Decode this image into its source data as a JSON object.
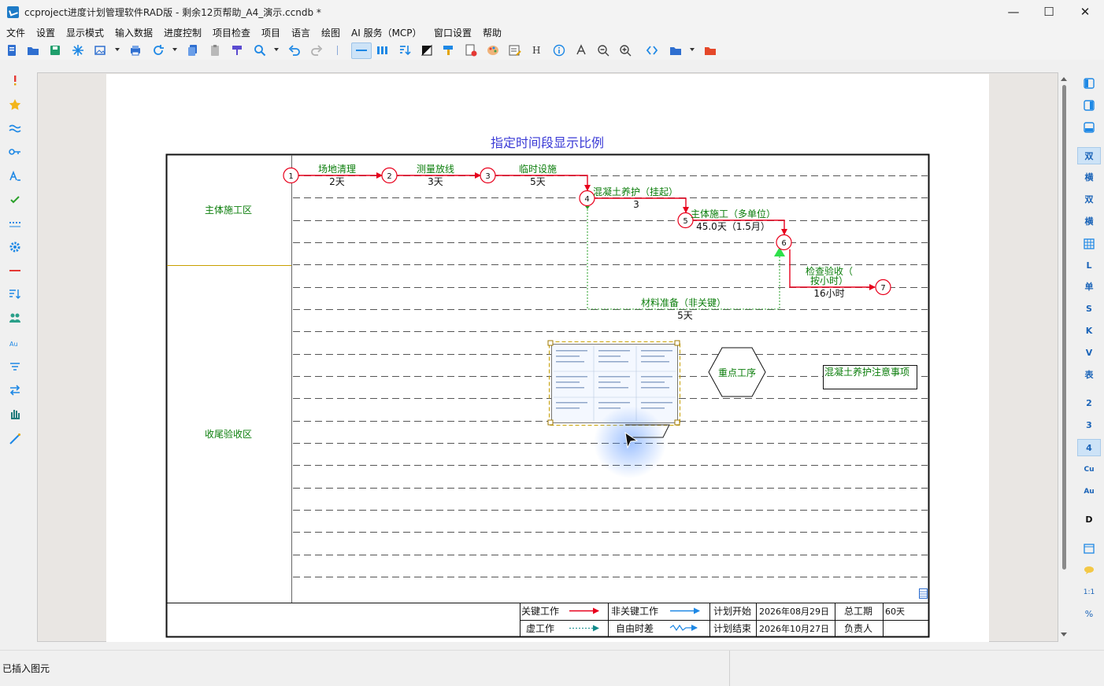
{
  "window": {
    "title": "ccproject进度计划管理软件RAD版 - 剩余12页帮助_A4_演示.ccndb *",
    "minimize": "—",
    "maximize": "☐",
    "close": "✕"
  },
  "menu": [
    "文件",
    "设置",
    "显示模式",
    "输入数据",
    "进度控制",
    "项目检查",
    "项目",
    "语言",
    "绘图",
    "AI 服务（MCP）",
    "窗口设置",
    "帮助"
  ],
  "toolbar_text": {
    "h_label": "H"
  },
  "right_tools": [
    "双",
    "横",
    "双",
    "横",
    "",
    "L",
    "单",
    "S",
    "K",
    "V",
    "表",
    "2",
    "3",
    "4",
    "Cu",
    "Au",
    "D",
    "",
    "",
    "1:1",
    "%"
  ],
  "status": {
    "message": "已插入图元"
  },
  "diagram": {
    "title": "指定时间段显示比例",
    "zones": [
      "主体施工区",
      "收尾验收区"
    ],
    "nodes": [
      "1",
      "2",
      "3",
      "4",
      "5",
      "6",
      "7"
    ],
    "activities": [
      {
        "name": "场地清理",
        "duration": "2天"
      },
      {
        "name": "测量放线",
        "duration": "3天"
      },
      {
        "name": "临时设施",
        "duration": "5天"
      },
      {
        "name": "混凝土养护（挂起）",
        "duration": "3"
      },
      {
        "name": "主体施工（多单位）",
        "duration": "45.0天（1.5月）"
      },
      {
        "name": "检查验收（",
        "name2": "按小时）",
        "duration": "16小时"
      },
      {
        "name": "材料准备（非关键）",
        "duration": "5天"
      }
    ],
    "hexagon_label": "重点工序",
    "note_box": "混凝土养护注意事项",
    "legend": {
      "critical": "关键工作",
      "noncritical": "非关键工作",
      "dummy": "虚工作",
      "freefloat": "自由时差",
      "plan_start_label": "计划开始",
      "plan_start": "2026年08月29日",
      "plan_end_label": "计划结束",
      "plan_end": "2026年10月27日",
      "total_label": "总工期",
      "total": "60天",
      "owner_label": "负责人",
      "owner": ""
    },
    "colors": {
      "critical": "#e8001c",
      "noncritical": "#1e88e5",
      "text_green": "#0a7d0a",
      "title_blue": "#3a3ad6",
      "dummy": "#2aa02a"
    }
  }
}
